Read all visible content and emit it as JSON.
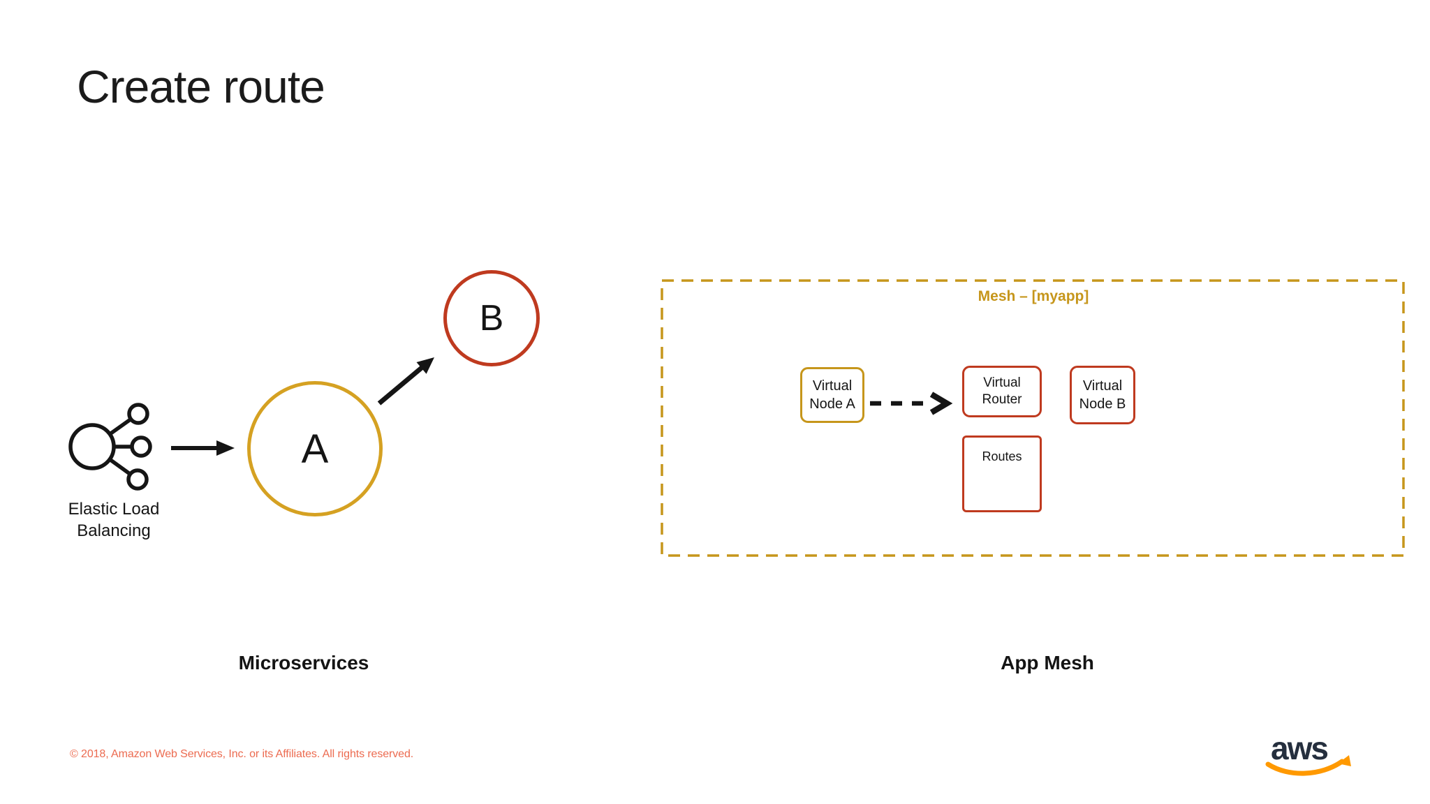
{
  "slide": {
    "title": "Create route",
    "footer": "© 2018, Amazon Web Services, Inc. or its Affiliates. All rights reserved."
  },
  "colors": {
    "gold": "#C6961B",
    "gold_bright": "#D5A122",
    "red": "#BF3A1F",
    "footer_orange": "#EC6B50",
    "ink": "#151515",
    "aws_navy": "#252F3E",
    "aws_orange": "#FF9900"
  },
  "microservices": {
    "section_label": "Microservices",
    "elb": {
      "line1": "Elastic Load",
      "line2": "Balancing"
    },
    "service_a_label": "A",
    "service_b_label": "B"
  },
  "app_mesh": {
    "section_label": "App Mesh",
    "mesh_title": "Mesh – [myapp]",
    "virtual_node_a": {
      "line1": "Virtual",
      "line2": "Node A"
    },
    "virtual_router": {
      "line1": "Virtual",
      "line2": "Router"
    },
    "routes_label": "Routes",
    "virtual_node_b": {
      "line1": "Virtual",
      "line2": "Node B"
    }
  },
  "branding": {
    "aws_logo_text": "aws"
  },
  "icons": {
    "elb": "elastic-load-balancing-icon",
    "solid_arrow": "arrow-right-icon",
    "dashed_arrow": "dashed-arrow-right-icon",
    "aws": "aws-smile-logo-icon"
  }
}
